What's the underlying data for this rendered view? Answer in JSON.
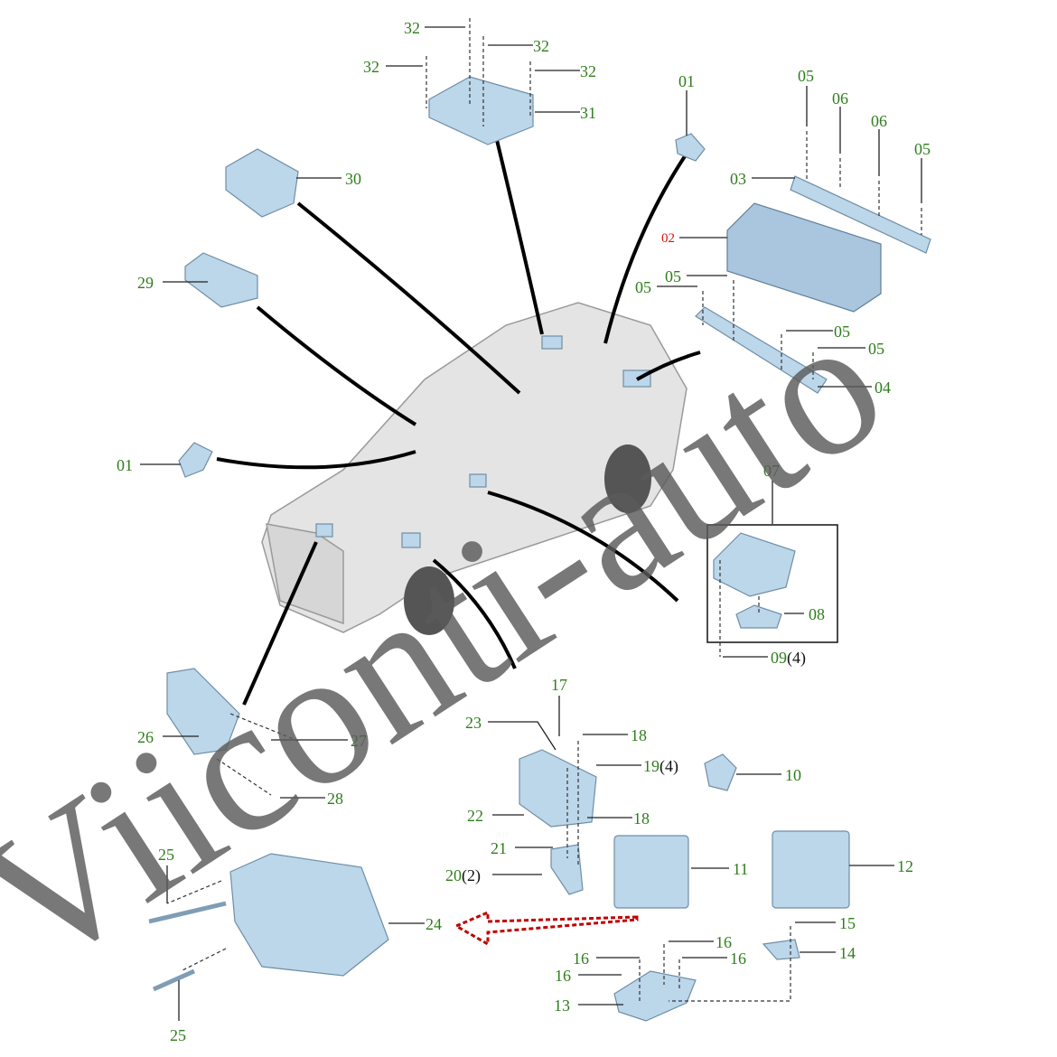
{
  "watermark": "Viiconti-auto",
  "labels": [
    "32",
    "32",
    "32",
    "32",
    "31",
    "01",
    "05",
    "06",
    "06",
    "05",
    "03",
    "02",
    "30",
    "29",
    "05",
    "05",
    "05",
    "05",
    "04",
    "01",
    "07",
    "08",
    "09",
    "17",
    "23",
    "18",
    "19",
    "10",
    "26",
    "27",
    "28",
    "22",
    "18",
    "21",
    "20",
    "11",
    "12",
    "25",
    "24",
    "15",
    "14",
    "16",
    "16",
    "16",
    "16",
    "13",
    "25"
  ],
  "quantities": {
    "q09": "(4)",
    "q19": "(4)",
    "q20": "(2)"
  },
  "colors": {
    "label": "#2f7d1c",
    "highlight_label": "#e01010",
    "part": "#bcd6ea",
    "arrow": "#c00000"
  }
}
